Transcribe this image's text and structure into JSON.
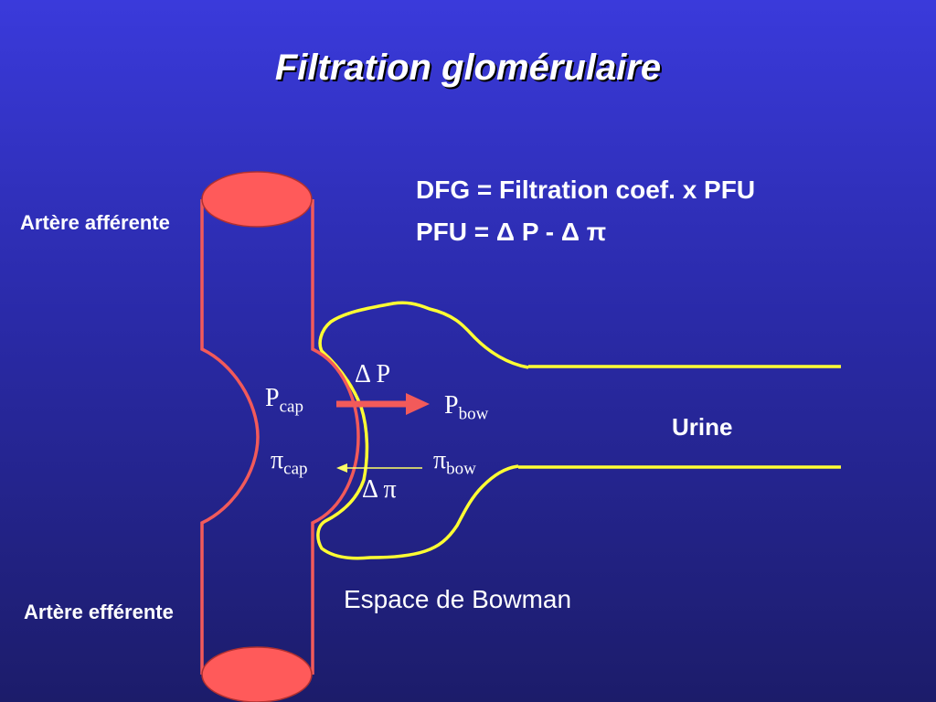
{
  "title": "Filtration glomérulaire",
  "labels": {
    "afferent": "Artère afférente",
    "efferent": "Artère efférente",
    "urine": "Urine",
    "bowman_space": "Espace de Bowman"
  },
  "equations": {
    "line1": "DFG = Filtration coef. x PFU",
    "line2": "PFU = Δ P - Δ π"
  },
  "annotations": {
    "delta_p": "Δ P",
    "delta_pi": "Δ π",
    "p_cap_base": "P",
    "p_cap_sub": "cap",
    "p_bow_base": "P",
    "p_bow_sub": "bow",
    "pi_cap_base": "π",
    "pi_cap_sub": "cap",
    "pi_bow_base": "π",
    "pi_bow_sub": "bow"
  },
  "colors": {
    "vessel": "#f25a5a",
    "vessel_fill": "#ff5a5a",
    "bowman": "#ffff33",
    "arrow_thin": "#ffff66",
    "text": "#ffffff"
  }
}
